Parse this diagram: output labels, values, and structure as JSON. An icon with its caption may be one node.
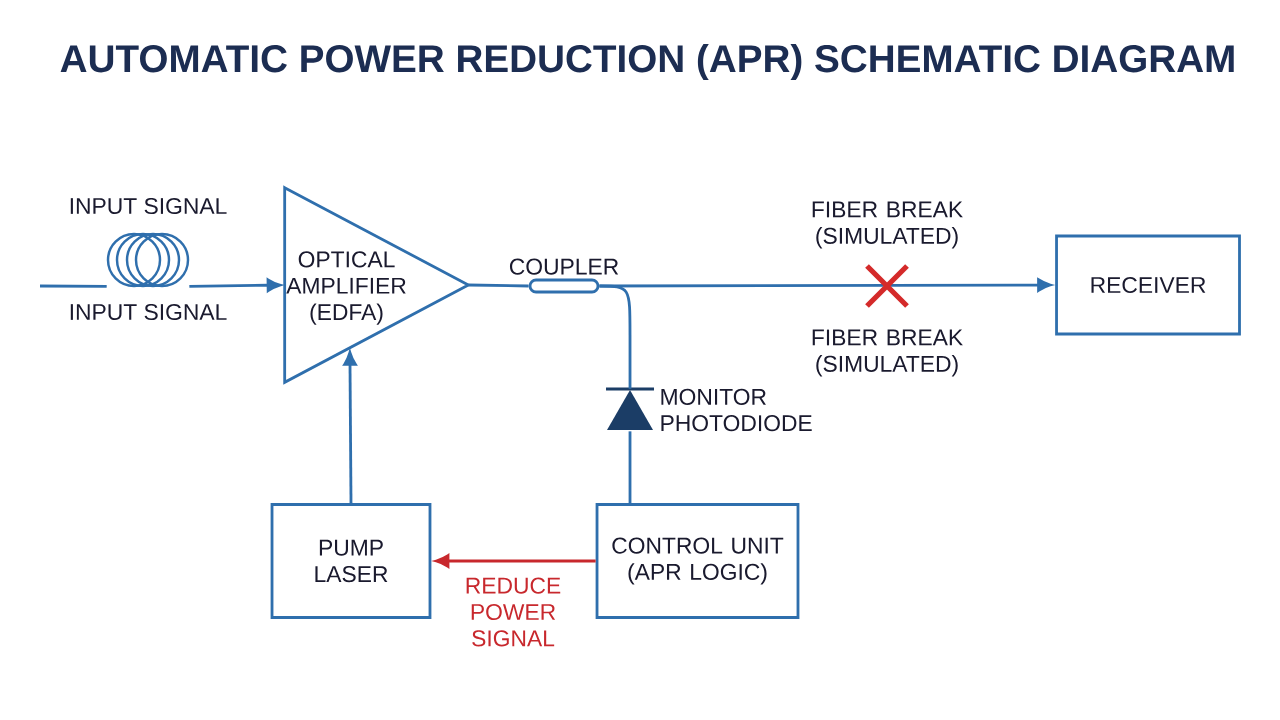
{
  "diagram": {
    "title": "AUTOMATIC POWER REDUCTION (APR) SCHEMATIC DIAGRAM",
    "nodes": [
      {
        "text": [],
        "shape": "coil",
        "beside": [
          "INPUT SIGNAL",
          "INPUT SIGNAL"
        ]
      },
      {
        "text": [
          "OPTICAL AMPLIFIER (EDFA)"
        ]
      },
      {
        "text": [
          "COUPLER"
        ]
      },
      {
        "text": [
          "RECEIVER"
        ]
      },
      {
        "text": [
          "MONITOR PHOTODIODE"
        ]
      },
      {
        "text": [
          "PUMP LASER"
        ]
      },
      {
        "text": [
          "CONTROL UNIT (APR LOGIC)"
        ]
      }
    ],
    "edges": [
      {
        "from": null,
        "to": 0,
        "arrow": "none"
      },
      {
        "from": 0,
        "to": 1,
        "arrow": "to"
      },
      {
        "from": 1,
        "to": 2,
        "arrow": "none"
      },
      {
        "from": 2,
        "to": 3,
        "arrow": "to"
      },
      {
        "from": 2,
        "to": 4,
        "arrow": "none"
      },
      {
        "from": 6,
        "to": 4,
        "arrow": "none"
      },
      {
        "from": 5,
        "to": 1,
        "arrow": "to"
      },
      {
        "from": 6,
        "to": 5,
        "arrow": "to",
        "label": "REDUCE POWER SIGNAL",
        "color": "#c8282d"
      }
    ],
    "labels": [
      "FIBER BREAK (SIMULATED)",
      "FIBER BREAK (SIMULATED)"
    ]
  }
}
